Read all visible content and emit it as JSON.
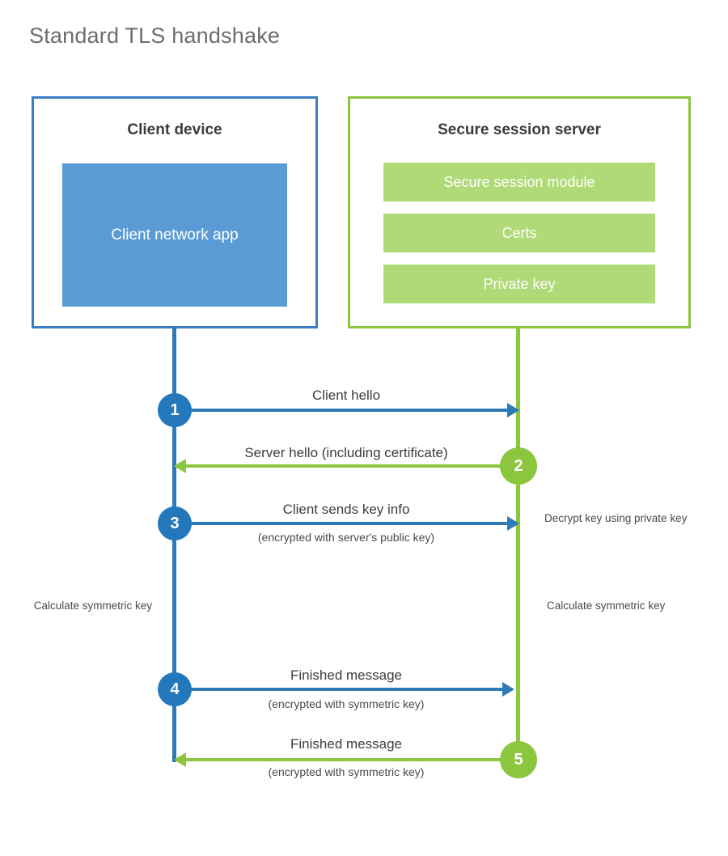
{
  "title": "Standard TLS handshake",
  "client": {
    "box_title": "Client device",
    "app_label": "Client network app",
    "border_color": "#3b7dc4",
    "fill_color": "#5b9bd5",
    "accent_color": "#2e7ab8"
  },
  "server": {
    "box_title": "Secure session server",
    "modules": [
      {
        "label": "Secure session module"
      },
      {
        "label": "Certs"
      },
      {
        "label": "Private key"
      }
    ],
    "border_color": "#8cc63e",
    "fill_color": "#b0d977",
    "accent_color": "#8cc63e"
  },
  "steps": [
    {
      "number": "1",
      "label": "Client hello",
      "sublabel": "",
      "direction": "client-to-server",
      "color": "#2377bb"
    },
    {
      "number": "2",
      "label": "Server hello (including certificate)",
      "sublabel": "",
      "direction": "server-to-client",
      "color": "#8cc63e"
    },
    {
      "number": "3",
      "label": "Client sends key info",
      "sublabel": "(encrypted with server's public key)",
      "direction": "client-to-server",
      "color": "#2377bb"
    },
    {
      "number": "4",
      "label": "Finished message",
      "sublabel": "(encrypted with symmetric key)",
      "direction": "client-to-server",
      "color": "#2377bb"
    },
    {
      "number": "5",
      "label": "Finished message",
      "sublabel": "(encrypted with symmetric key)",
      "direction": "server-to-client",
      "color": "#8cc63e"
    }
  ],
  "notes": {
    "decrypt_key": "Decrypt key using private key",
    "client_calculate": "Calculate symmetric key",
    "server_calculate": "Calculate symmetric key"
  }
}
